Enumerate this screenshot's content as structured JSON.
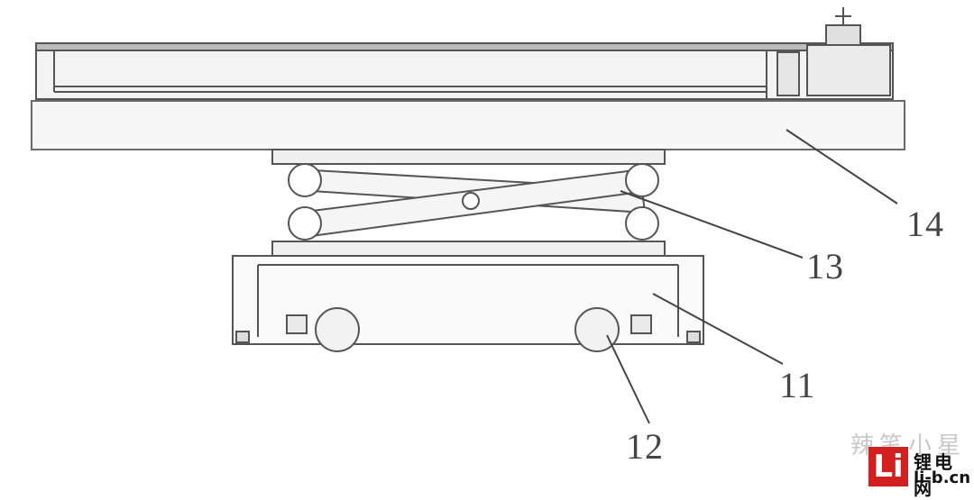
{
  "diagram": {
    "labels": [
      {
        "id": "11",
        "text": "11"
      },
      {
        "id": "12",
        "text": "12"
      },
      {
        "id": "13",
        "text": "13"
      },
      {
        "id": "14",
        "text": "14"
      }
    ]
  },
  "watermark": {
    "channel_text": "辣笔小星",
    "logo_mark": "Li",
    "logo_name": "锂电网",
    "logo_url": "li-b.cn"
  }
}
